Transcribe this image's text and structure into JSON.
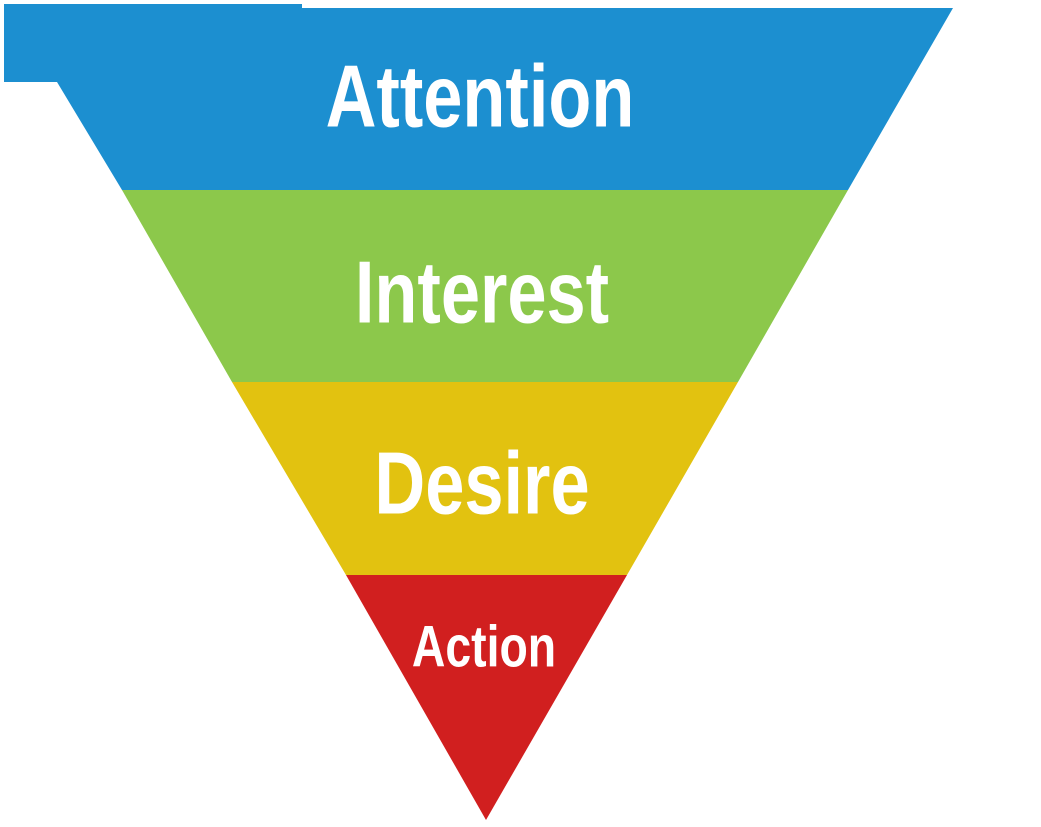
{
  "diagram": {
    "type": "inverted-funnel",
    "stages": [
      {
        "label": "Attention",
        "color": "#1c8fd0"
      },
      {
        "label": "Interest",
        "color": "#8cc84b"
      },
      {
        "label": "Desire",
        "color": "#e2c210"
      },
      {
        "label": "Action",
        "color": "#d11f1f"
      }
    ]
  }
}
